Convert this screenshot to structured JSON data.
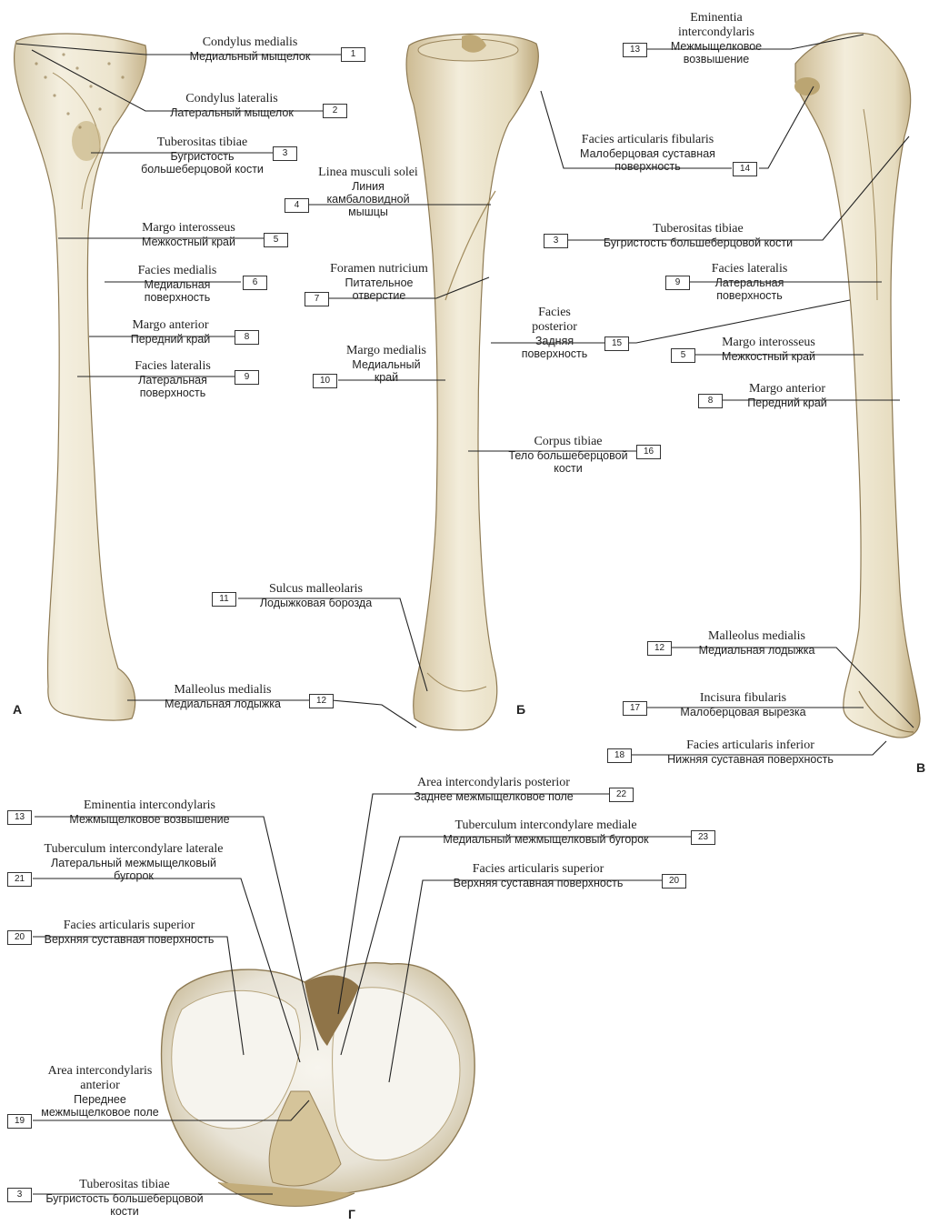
{
  "view_letters": {
    "a": "А",
    "b": "Б",
    "v": "В",
    "g": "Г"
  },
  "labels": {
    "A1": {
      "num": "1",
      "lat": "Condylus medialis",
      "ru": "Медиальный мыщелок"
    },
    "A2": {
      "num": "2",
      "lat": "Condylus lateralis",
      "ru": "Латеральный мыщелок"
    },
    "A3": {
      "num": "3",
      "lat": "Tuberositas tibiae",
      "ru": "Бугристость большеберцовой кости"
    },
    "A5": {
      "num": "5",
      "lat": "Margo interosseus",
      "ru": "Межкостный край"
    },
    "A6": {
      "num": "6",
      "lat": "Facies medialis",
      "ru": "Медиальная поверхность"
    },
    "A8": {
      "num": "8",
      "lat": "Margo anterior",
      "ru": "Передний край"
    },
    "A9": {
      "num": "9",
      "lat": "Facies lateralis",
      "ru": "Латеральная поверхность"
    },
    "A12": {
      "num": "12",
      "lat": "Malleolus medialis",
      "ru": "Медиальная лодыжка"
    },
    "B4": {
      "num": "4",
      "lat": "Linea musculi solei",
      "ru": "Линия камбаловидной мышцы"
    },
    "B7": {
      "num": "7",
      "lat": "Foramen nutricium",
      "ru": "Питательное отверстие"
    },
    "B10": {
      "num": "10",
      "lat": "Margo medialis",
      "ru": "Медиальный край"
    },
    "B11": {
      "num": "11",
      "lat": "Sulcus malleolaris",
      "ru": "Лодыжковая борозда"
    },
    "B14": {
      "num": "14",
      "lat": "Facies articularis fibularis",
      "ru": "Малоберцовая суставная поверхность"
    },
    "B15": {
      "num": "15",
      "lat": "Facies posterior",
      "ru": "Задняя поверхность"
    },
    "B16": {
      "num": "16",
      "lat": "Corpus tibiae",
      "ru": "Тело большеберцовой кости"
    },
    "V13": {
      "num": "13",
      "lat": "Eminentia intercondylaris",
      "ru": "Межмыщелковое возвышение"
    },
    "V3": {
      "num": "3",
      "lat": "Tuberositas tibiae",
      "ru": "Бугристость большеберцовой кости"
    },
    "V9": {
      "num": "9",
      "lat": "Facies lateralis",
      "ru": "Латеральная поверхность"
    },
    "V5": {
      "num": "5",
      "lat": "Margo interosseus",
      "ru": "Межкостный край"
    },
    "V8": {
      "num": "8",
      "lat": "Margo anterior",
      "ru": "Передний край"
    },
    "V12": {
      "num": "12",
      "lat": "Malleolus medialis",
      "ru": "Медиальная лодыжка"
    },
    "V17": {
      "num": "17",
      "lat": "Incisura fibularis",
      "ru": "Малоберцовая вырезка"
    },
    "V18": {
      "num": "18",
      "lat": "Facies articularis inferior",
      "ru": "Нижняя суставная поверхность"
    },
    "G13": {
      "num": "13",
      "lat": "Eminentia intercondylaris",
      "ru": "Межмыщелковое возвышение"
    },
    "G21": {
      "num": "21",
      "lat": "Tuberculum intercondylare laterale",
      "ru": "Латеральный межмыщелковый бугорок"
    },
    "G20a": {
      "num": "20",
      "lat": "Facies articularis superior",
      "ru": "Верхняя суставная поверхность"
    },
    "G19": {
      "num": "19",
      "lat": "Area intercondylaris anterior",
      "ru": "Переднее межмыщелковое поле"
    },
    "G3": {
      "num": "3",
      "lat": "Tuberositas tibiae",
      "ru": "Бугристость большеберцовой кости"
    },
    "G22": {
      "num": "22",
      "lat": "Area intercondylaris posterior",
      "ru": "Заднее межмыщелковое поле"
    },
    "G23": {
      "num": "23",
      "lat": "Tuberculum intercondylare mediale",
      "ru": "Медиальный межмыщелковый бугорок"
    },
    "G20b": {
      "num": "20",
      "lat": "Facies articularis superior",
      "ru": "Верхняя суставная поверхность"
    }
  },
  "colors": {
    "bone": "#ece5cf",
    "bone_shade": "#b9a57a",
    "bone_dark": "#6f5a35",
    "line": "#222222"
  }
}
